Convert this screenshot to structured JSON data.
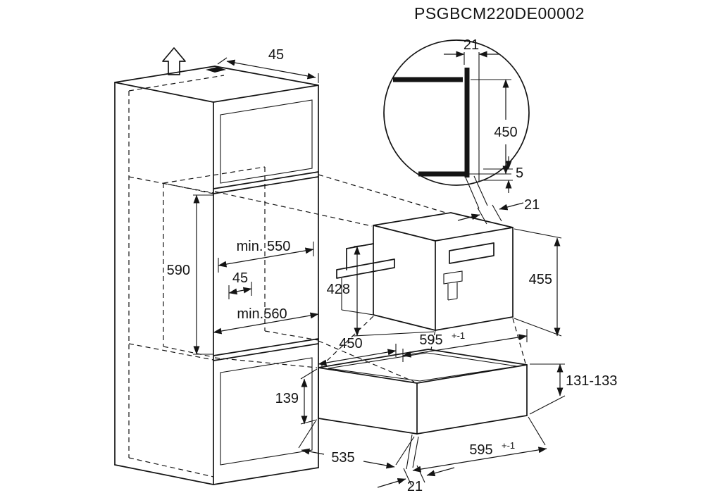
{
  "title": "PSGBCM220DE00002",
  "colors": {
    "line": "#141414",
    "background": "#ffffff"
  },
  "dims": {
    "top_clearance": "45",
    "detail_panel": "21",
    "detail_height": "450",
    "detail_gap": "5",
    "frame_overhang": "21",
    "niche_width_min": "min. 550",
    "niche_height": "590",
    "rail_inset": "45",
    "niche_depth_min": "min.560",
    "machine_inner_height": "428",
    "machine_height": "455",
    "machine_depth": "450",
    "machine_width": "595",
    "machine_width_tol": "+-1",
    "drawer_front_height": "131-133",
    "drawer_height": "139",
    "drawer_depth": "535",
    "drawer_width": "595",
    "drawer_width_tol": "+-1",
    "plinth_recess": "21"
  }
}
